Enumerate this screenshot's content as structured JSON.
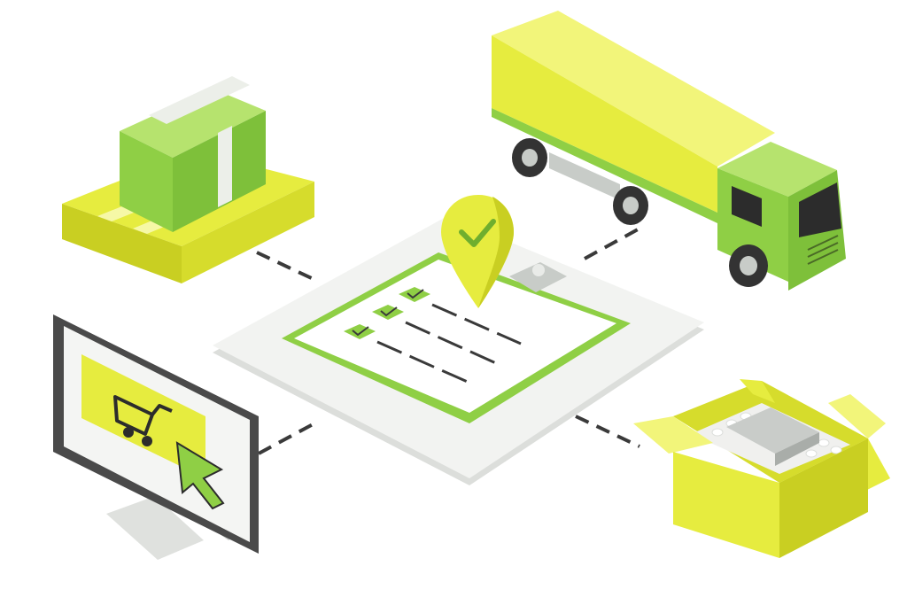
{
  "scene": {
    "description_items": [
      "pallet-with-box",
      "delivery-truck",
      "order-checklist-clipboard",
      "location-pin",
      "shopping-monitor",
      "open-shipping-box"
    ],
    "checklist": {
      "checked_count": 3,
      "total_lines": 3
    }
  },
  "colors": {
    "lime": "#8fcf45",
    "lime_dark": "#6fae2e",
    "lime_light": "#b6e36e",
    "yellow": "#e6ec3f",
    "yellow_dark": "#c9cf22",
    "yellow_light": "#f2f57a",
    "board": "#f2f3f1",
    "board_edge": "#dcdedb",
    "paper": "#ffffff",
    "dash": "#3a3a3a",
    "monitor_frame": "#4a4a4a",
    "monitor_stand": "#c9ccc9"
  },
  "icons": {
    "cart": "cart-icon",
    "cursor": "cursor-arrow-icon",
    "pin": "location-pin-icon",
    "check": "check-icon"
  }
}
